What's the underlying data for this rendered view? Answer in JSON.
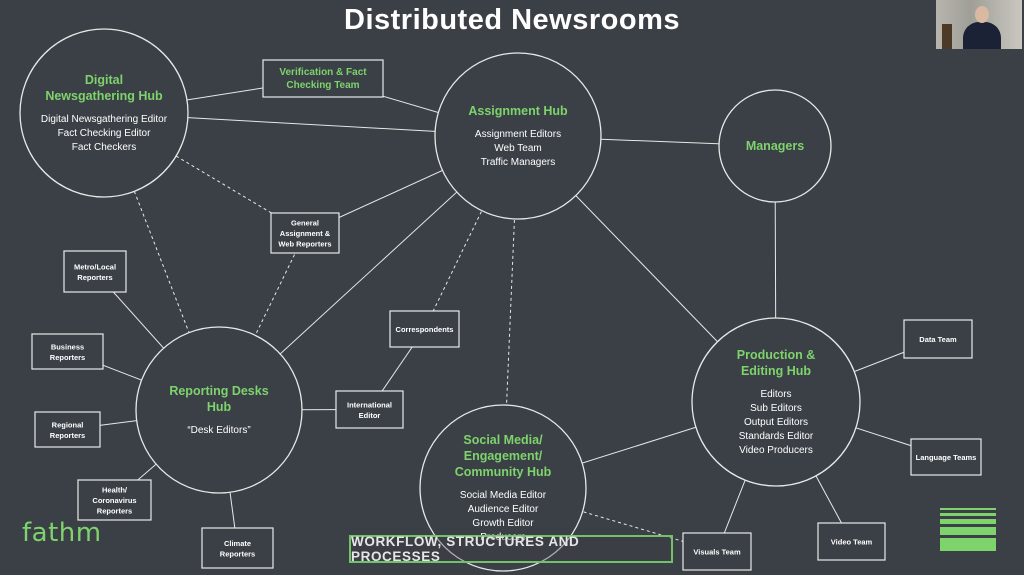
{
  "slide_title": "Distributed Newsrooms",
  "brand": "fathm",
  "footer_banner": "WORKFLOW, STRUCTURES AND PROCESSES",
  "colors": {
    "background": "#3b4046",
    "accent_green": "#7ed36d",
    "line": "#e8e8e8"
  },
  "hubs": [
    {
      "id": "digital",
      "title": [
        "Digital",
        "Newsgathering Hub"
      ],
      "lines": [
        "Digital Newsgathering Editor",
        "Fact Checking Editor",
        "Fact Checkers"
      ]
    },
    {
      "id": "assignment",
      "title": [
        "Assignment Hub"
      ],
      "lines": [
        "Assignment Editors",
        "Web Team",
        "Traffic Managers"
      ]
    },
    {
      "id": "managers",
      "title": [
        "Managers"
      ],
      "lines": []
    },
    {
      "id": "reporting",
      "title": [
        "Reporting Desks",
        "Hub"
      ],
      "lines": [
        "“Desk Editors”"
      ]
    },
    {
      "id": "social",
      "title": [
        "Social Media/",
        "Engagement/",
        "Community Hub"
      ],
      "lines": [
        "Social Media Editor",
        "Audience Editor",
        "Growth Editor",
        "Producers"
      ]
    },
    {
      "id": "production",
      "title": [
        "Production &",
        "Editing Hub"
      ],
      "lines": [
        "Editors",
        "Sub Editors",
        "Output Editors",
        "Standards Editor",
        "Video Producers"
      ]
    }
  ],
  "boxes": [
    {
      "id": "verification",
      "lines": [
        "Verification & Fact",
        "Checking Team"
      ]
    },
    {
      "id": "general",
      "lines": [
        "General",
        "Assignment &",
        "Web Reporters"
      ]
    },
    {
      "id": "metro",
      "lines": [
        "Metro/Local",
        "Reporters"
      ]
    },
    {
      "id": "business",
      "lines": [
        "Business",
        "Reporters"
      ]
    },
    {
      "id": "regional",
      "lines": [
        "Regional",
        "Reporters"
      ]
    },
    {
      "id": "health",
      "lines": [
        "Health/",
        "Coronavirus",
        "Reporters"
      ]
    },
    {
      "id": "climate",
      "lines": [
        "Climate",
        "Reporters"
      ]
    },
    {
      "id": "correspondents",
      "lines": [
        "Correspondents"
      ]
    },
    {
      "id": "international",
      "lines": [
        "International",
        "Editor"
      ]
    },
    {
      "id": "data",
      "lines": [
        "Data Team"
      ]
    },
    {
      "id": "language",
      "lines": [
        "Language Teams"
      ]
    },
    {
      "id": "video",
      "lines": [
        "Video Team"
      ]
    },
    {
      "id": "visuals",
      "lines": [
        "Visuals Team"
      ]
    }
  ]
}
